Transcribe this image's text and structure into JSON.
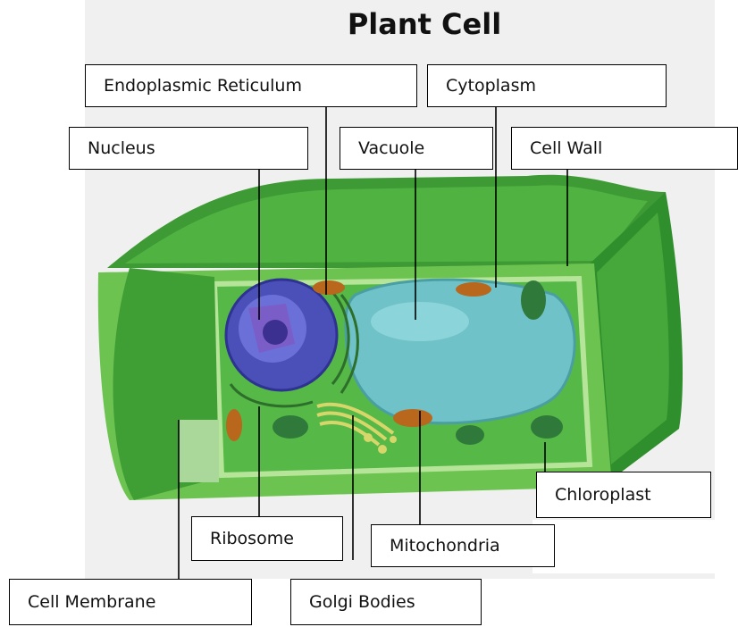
{
  "diagram": {
    "title": "Plant Cell",
    "labels": {
      "endoplasmic_reticulum": "Endoplasmic Reticulum",
      "cytoplasm": "Cytoplasm",
      "nucleus": "Nucleus",
      "vacuole": "Vacuole",
      "cell_wall": "Cell Wall",
      "chloroplast": "Chloroplast",
      "ribosome": "Ribosome",
      "mitochondria": "Mitochondria",
      "cell_membrane": "Cell Membrane",
      "golgi_bodies": "Golgi Bodies"
    }
  },
  "colors": {
    "wall_dark": "#2e8b2e",
    "wall_light": "#8fd06a",
    "cytoplasm": "#4caf3e",
    "nucleus": "#4b4fb8",
    "vacuole": "#6fc3c8",
    "mitochondria": "#b8671c",
    "chloroplast": "#2f7a3a",
    "golgi": "#d7d66a"
  }
}
